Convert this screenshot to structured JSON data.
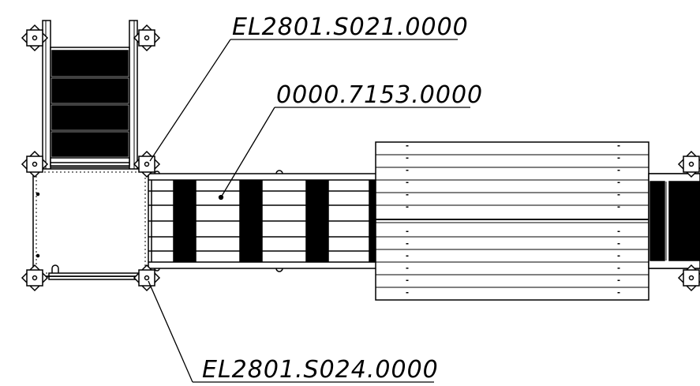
{
  "callouts": {
    "top": {
      "text": "EL2801.S021.0000"
    },
    "middle": {
      "text": "0000.7153.0000"
    },
    "bottom": {
      "text": "EL2801.S024.0000"
    }
  },
  "colors": {
    "line": "#000000",
    "fill": "#000000",
    "background": "#ffffff"
  }
}
